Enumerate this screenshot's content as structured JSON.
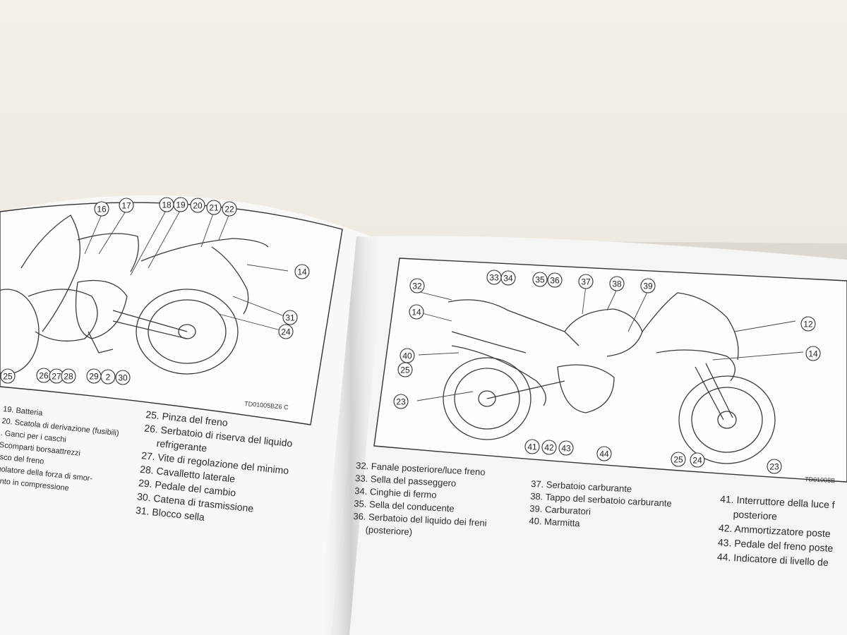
{
  "left_page": {
    "figure_code": "TD01005BZ6  C",
    "callouts": [
      "16",
      "17",
      "18",
      "19",
      "20",
      "21",
      "22",
      "14",
      "31",
      "24",
      "25",
      "26",
      "27",
      "28",
      "29",
      "2",
      "30"
    ],
    "list_a": [
      "19. Batteria",
      "20. Scatola di derivazione (fusibili)",
      ". Ganci per i caschi",
      "Scomparti borsaattrezzi",
      "isco del freno",
      "golatore della forza di smor-",
      "ento in compressione"
    ],
    "list_b": [
      "25. Pinza del freno",
      "26. Serbatoio di riserva del liquido",
      "refrigerante",
      "27. Vite di regolazione del minimo",
      "28. Cavalletto laterale",
      "29. Pedale del cambio",
      "30. Catena di trasmissione",
      "31. Blocco sella"
    ]
  },
  "right_page": {
    "figure_code": "TD01008B",
    "callouts": [
      "32",
      "33",
      "34",
      "35",
      "36",
      "37",
      "38",
      "39",
      "12",
      "14",
      "14",
      "40",
      "25",
      "23",
      "41",
      "42",
      "43",
      "44",
      "25",
      "24",
      "23"
    ],
    "list_a": [
      "32. Fanale posteriore/luce freno",
      "33. Sella del passeggero",
      "34. Cinghie di fermo",
      "35. Sella del conducente",
      "36. Serbatoio del liquido dei freni",
      "(posteriore)"
    ],
    "list_b": [
      "37. Serbatoio carburante",
      "38. Tappo del serbatoio carburante",
      "39. Carburatori",
      "40. Marmitta"
    ],
    "list_c": [
      "41. Interruttore della luce f",
      "posteriore",
      "42. Ammortizzatore poste",
      "43. Pedale del freno poste",
      "44. Indicatore di livello de"
    ]
  },
  "colors": {
    "paper": "#f7f7f5",
    "ink": "#2a2a2a",
    "background": "#efebe2"
  }
}
